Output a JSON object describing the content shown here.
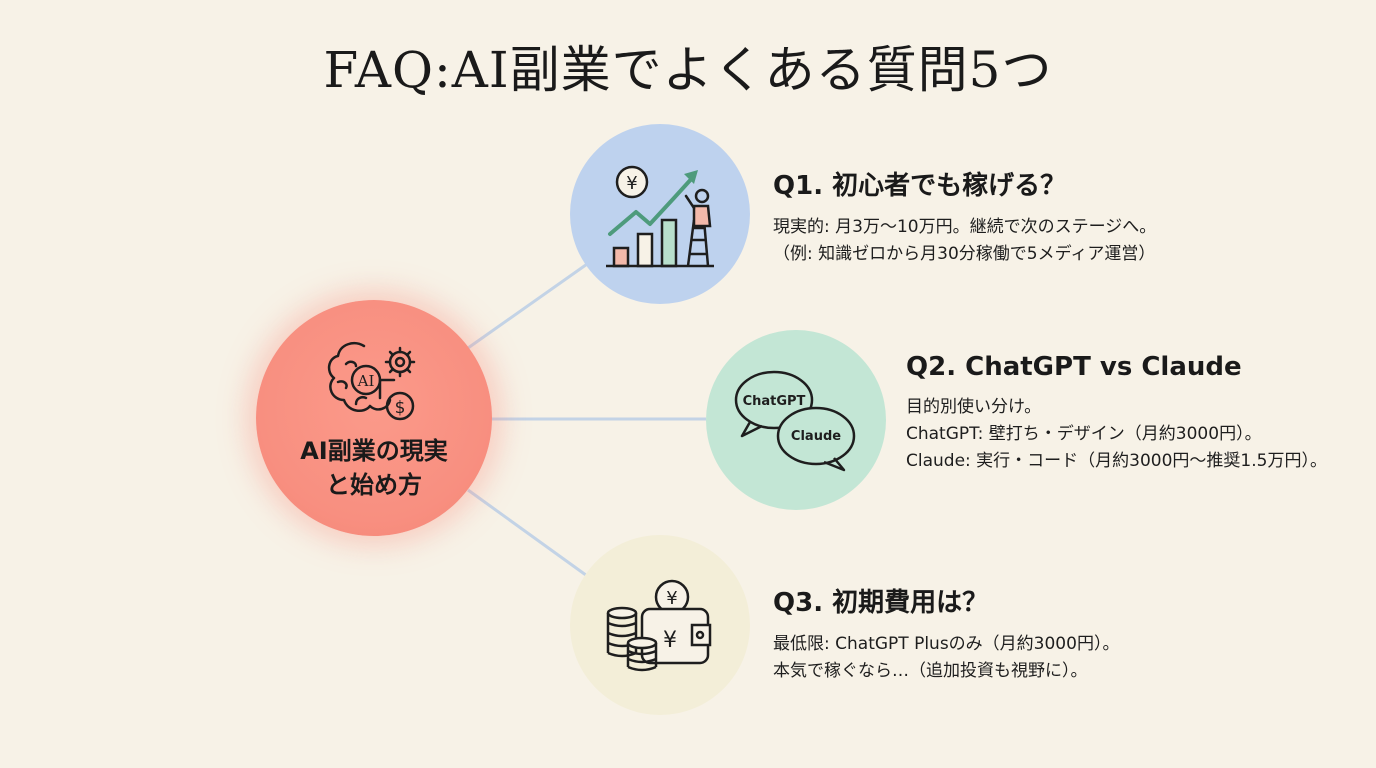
{
  "title": "FAQ:AI副業でよくある質問5つ",
  "center": {
    "label_line1": "AI副業の現実",
    "label_line2": "と始め方",
    "icon": "brain-ai-gear-dollar-icon",
    "icon_text": "AI",
    "color": "#f88f80"
  },
  "faqs": [
    {
      "question": "Q1. 初心者でも稼げる？",
      "lines": [
        "現実的: 月3万〜10万円。継続で次のステージへ。",
        "（例: 知識ゼロから月30分稼働で5メディア運営）"
      ],
      "icon": "growth-chart-ladder-yen-icon",
      "icon_glyph": "¥",
      "color": "#bed2ee"
    },
    {
      "question": "Q2. ChatGPT vs Claude",
      "lines": [
        "目的別使い分け。",
        "ChatGPT: 壁打ち・デザイン（月約3000円）。",
        "Claude: 実行・コード（月約3000円〜推奨1.5万円）。"
      ],
      "icon": "chat-bubbles-icon",
      "bubble_left": "ChatGPT",
      "bubble_right": "Claude",
      "color": "#c3e6d5"
    },
    {
      "question": "Q3. 初期費用は？",
      "lines": [
        "最低限: ChatGPT Plusのみ（月約3000円）。",
        "本気で稼ぐなら…（追加投資も視野に）。"
      ],
      "icon": "wallet-coins-yen-icon",
      "icon_glyph": "¥",
      "color": "#f3eed8"
    }
  ],
  "connector_color": "#c3d3e6"
}
